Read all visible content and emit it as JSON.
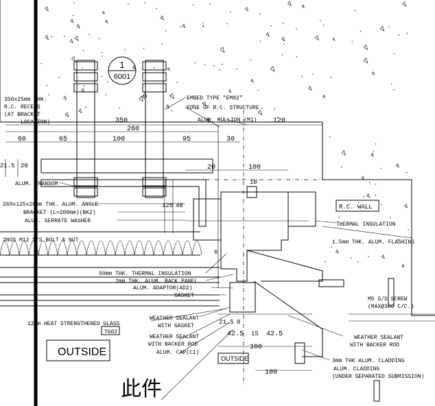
{
  "callout": {
    "number": "1",
    "sheet": "6001"
  },
  "labels": {
    "rc_recess_1": "350x25mm THK.",
    "rc_recess_2": "R.C. RECESS",
    "rc_recess_3": "(AT BRACKET",
    "rc_recess_4": "LOCATION)",
    "embed_type": "EMBED TYPE \"EM02\"",
    "edge_structure": "EDGE OF R.C. STRUCTURE",
    "alum_mullion": "ALUM. MULLION (M1)",
    "alum_transom": "ALUM. TRANSOM",
    "alum_angle": "260x125x20mm THK. ALUM. ANGLE",
    "bracket": "BRACKET (L=200mm)(BK2)",
    "serrate_washer": "ALUM. SERRATE WASHER",
    "bolt_nut": "2NOS M12 S/S BOLT & NUT",
    "thermal_insulation_50": "50mm THK. THERMAL INSULATION",
    "back_panel": "2mm THK. ALUM. BACK PANEL",
    "adaptor": "ALUM. ADAPTOR(AD2)",
    "gasket": "GASKET",
    "weather_sealant_gasket_1": "WEATHER SEALANT",
    "weather_sealant_gasket_2": "WITH GASKET",
    "heat_glass": "12mm HEAT STRENGTHENED GLASS",
    "glass_tag": "TG02",
    "weather_sealant_rod_1": "WEATHER SEALANT",
    "weather_sealant_rod_2": "WITH BACKER ROD",
    "alum_cap": "ALUM. CAP(C1)",
    "outside_large": "OUTSIDE",
    "outside_small": "OUTSIDE",
    "chinese": "此件",
    "rc_wall": "R.C. WALL",
    "thermal_insulation": "THERMAL INSULATION",
    "flashing": "1.5mm THK. ALUM. FLASHING",
    "screw_1": "M5 S/S SCREW",
    "screw_2": "(MAX@300 C/C.)",
    "ws_backer_1": "WEATHER SEALANT",
    "ws_backer_2": "WITH BACKER ROD",
    "cladding_3mm": "3mm THK ALUM. CLADDING",
    "cladding": "ALUM. CLADDING",
    "under_separated": "(UNDER SEPARATED SUBMISSION)"
  },
  "dims": {
    "d350": "350",
    "d120": "120",
    "d260": "260",
    "d60": "60",
    "d65": "65",
    "d100a": "100",
    "d95": "95",
    "d30": "30",
    "d21_5": "21.5",
    "d20a": "20",
    "d20b": "20",
    "d100b": "100",
    "d10": "10",
    "d125": "125",
    "d40": "40",
    "d6": "6",
    "d21_5b": "21.5",
    "d8": "8",
    "d42_5a": "42.5",
    "d15": "15",
    "d42_5b": "42.5",
    "d100c": "100",
    "d100d": "100"
  }
}
